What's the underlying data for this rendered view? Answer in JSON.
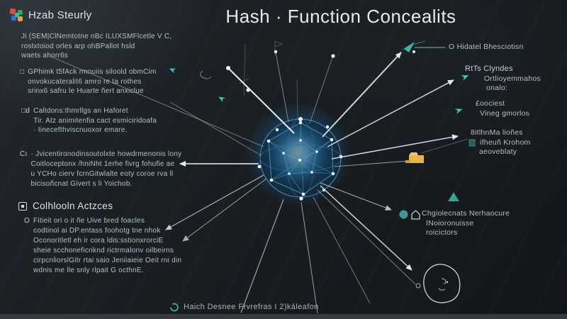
{
  "header": {
    "logo_title": "Hzab Steurly",
    "title": "Hash · Function Concealits"
  },
  "left_panel": {
    "blocks": [
      {
        "bullet": "",
        "lines": [
          "Ji (SEM|ClNemtotne nBc ILUXSMFlcetle V C,",
          "rostxtoiod orles arp ohBPallot hsld",
          "waets ahorr6s"
        ]
      },
      {
        "bullet": "□",
        "lines": [
          "GPhimk t5fAck rmnuiis siloold obmCim",
          "onvokucateralit6 amro re ta rothes",
          "srinx6 safru le Huarte ñert anxiclue"
        ]
      },
      {
        "bullet": "□d",
        "lines": [
          "Caltdons:thmrllgs an Haforet",
          "Tir. Atz animitenfia cact esmiciridoafa",
          "· Iinecefthviscnuoxor emare."
        ]
      },
      {
        "bullet": "Cı",
        "lines": [
          "· Jvicentironodinsoutolxte howdrmenonis lony",
          "Coitloceptonx /hniNht 1erhe fivrg fohufie ae",
          "u YCHo cierv fcrnGitwlalte eoty coroe rva ll",
          "bicisoñcnat Givert s li Yoichob."
        ]
      }
    ],
    "section": {
      "title": "Colhlooln Actzces",
      "bullet": "O",
      "lines": [
        "Fitieit ori o it ñe Uive bred foacles",
        "codtinol ai DP.entass foohotg tne nhok",
        "Oconoritletl eh ir cora ldis:sstionxrorciE",
        "sheie scchoneficriknd rictrmalonv oilbeirns",
        "cirpcnliorslGitr rtai saio Jeniiaieie Oeit rni din",
        "wdnis me lle snly rlpait G octhnE."
      ]
    }
  },
  "right_panel": {
    "labels": [
      {
        "text": "O Hidatel Bhesciotisn"
      },
      {
        "title": "RtTs Clyndes",
        "lines": [
          "Ortlioyemmahos",
          "onalo:"
        ]
      },
      {
        "lines": [
          "£oociest",
          "Vineg gmorlos"
        ]
      },
      {
        "lines": [
          "8itlhnMa lioñes",
          "ifheuñ Krohom",
          "aeoveblaty"
        ]
      },
      {
        "lines": [
          "Chgiolecnats Nerhaocure",
          "INoioronuisse",
          "roicictors"
        ]
      }
    ]
  },
  "footer": {
    "caption": "Haich Desnee Frvrefras I 2)kāleafon"
  },
  "icons": {
    "logo": "colored-blocks-logo",
    "section_bullet": "square-outline-icon",
    "top_right": "paper-plane-icon",
    "storage": "folder-icon",
    "node": "node-circle-icon",
    "architecture": "home-outline-icon",
    "caption": "refresh-circle-icon",
    "pointer": "triangle-icon"
  },
  "colors": {
    "accent_teal": "#45c8bc",
    "sphere_blue": "#3ec0ff",
    "highlight_orange": "#e9b24e",
    "background": "#1b2025",
    "text": "#b3c0c4"
  }
}
